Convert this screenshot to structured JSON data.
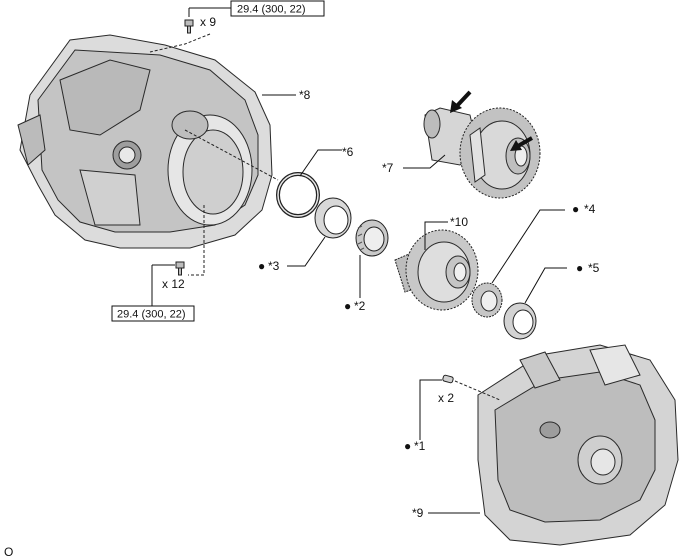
{
  "torque_spec": "29.4 (300, 22)",
  "qty_bolts_top": "x 9",
  "qty_bolts_bottom": "x 12",
  "qty_pins": "x 2",
  "bullet": "●",
  "callouts": {
    "c1": "*1",
    "c2": "*2",
    "c3": "*3",
    "c4": "*4",
    "c5": "*5",
    "c6": "*6",
    "c7": "*7",
    "c8": "*8",
    "c9": "*9",
    "c10": "*10"
  },
  "corner_mark": "O",
  "colors": {
    "metal": "#d9d9d9",
    "metal_dark": "#a8a8a8",
    "line": "#111111"
  }
}
